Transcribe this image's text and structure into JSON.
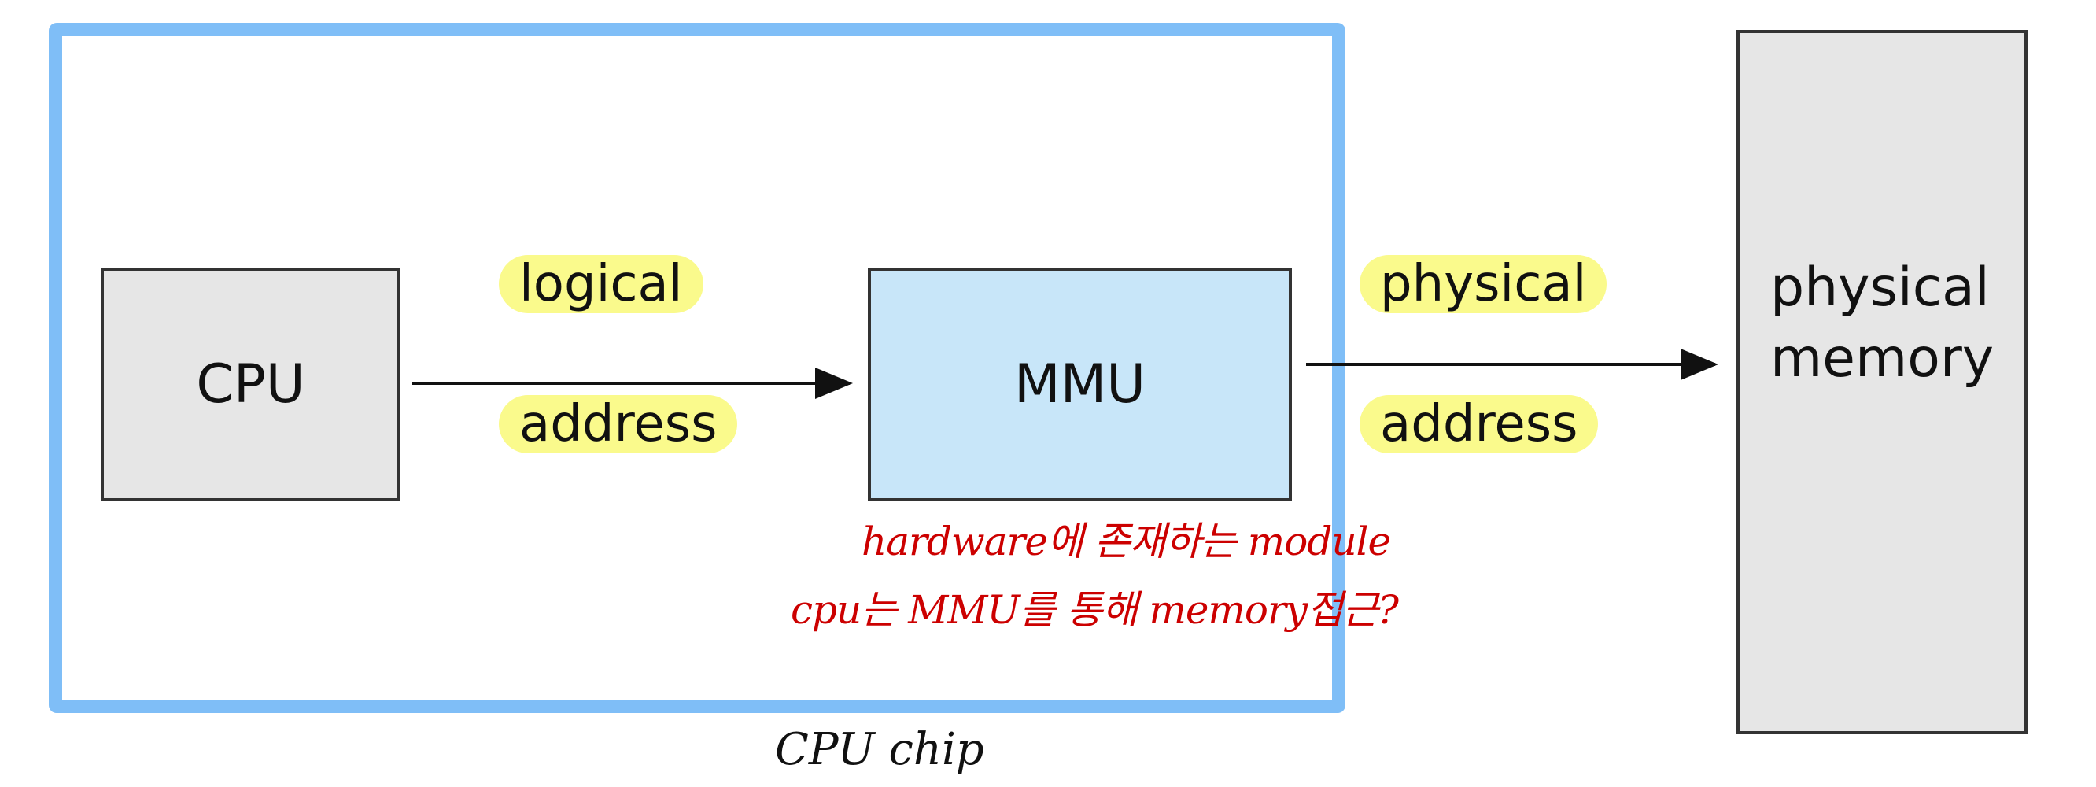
{
  "diagram": {
    "cpu_label": "CPU",
    "mmu_label": "MMU",
    "memory_label": "physical\nmemory",
    "logical_address": [
      "logical",
      "address"
    ],
    "physical_address": [
      "physical",
      "address"
    ],
    "chip_label": "CPU chip",
    "annotations": [
      "hardware에 존재하는 module",
      "cpu는 MMU를 통해 memory접근?"
    ],
    "colors": {
      "chip_border": "#7fbef7",
      "cpu_fill": "#e6e6e6",
      "mmu_fill": "#c8e6f9",
      "memory_fill": "#e6e6e6",
      "highlight": "#fafa8c",
      "annotation": "#cc0000"
    }
  }
}
